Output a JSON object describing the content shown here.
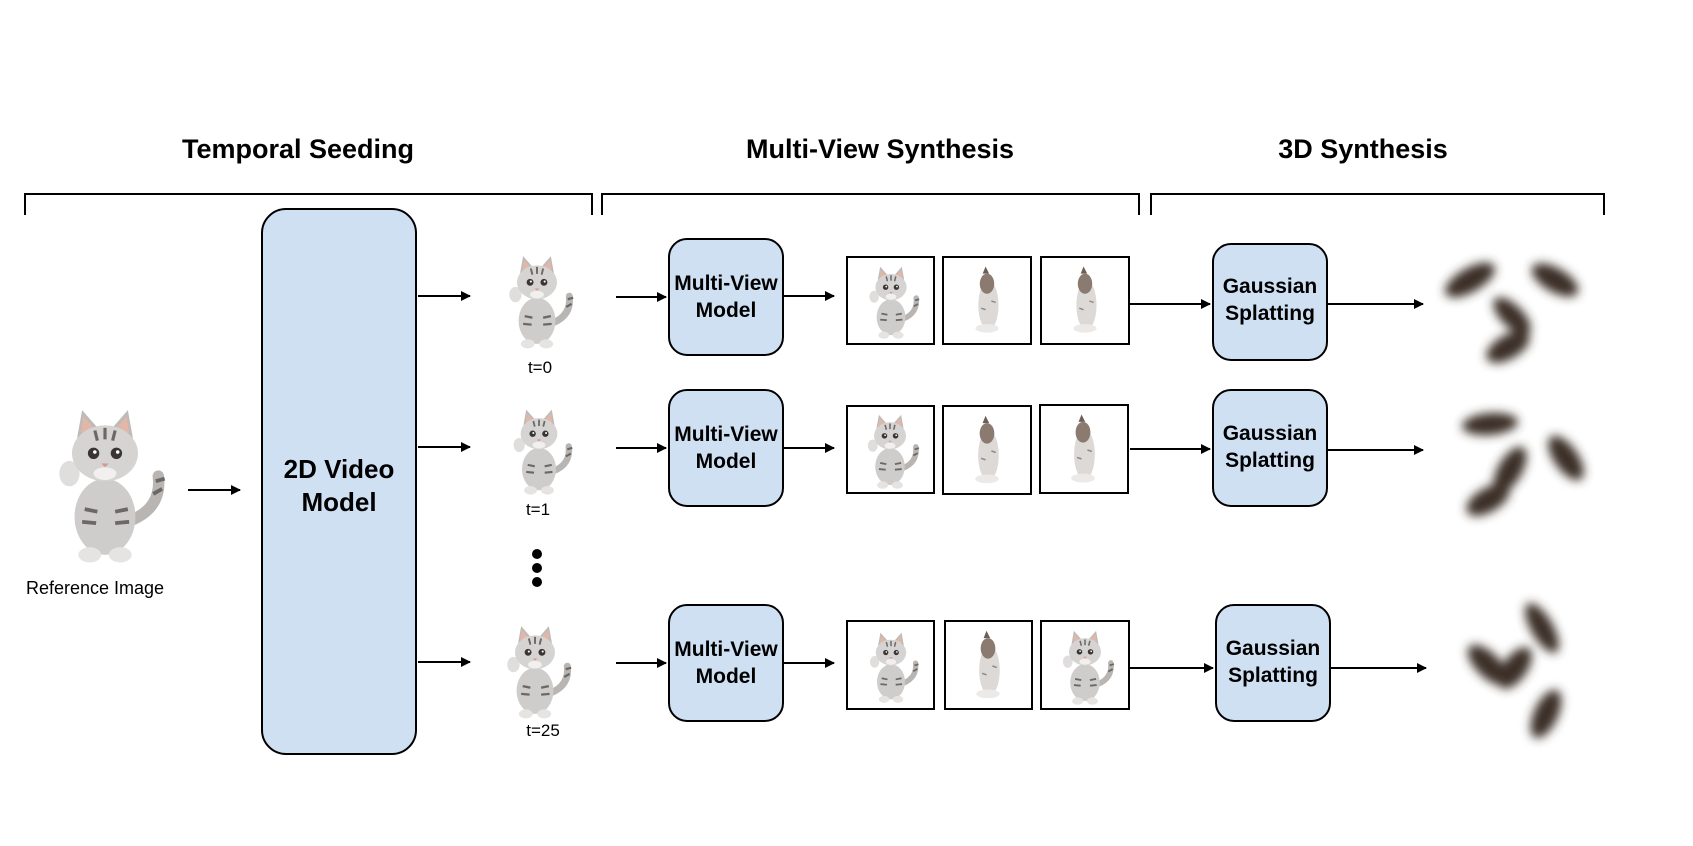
{
  "sections": {
    "temporal_seeding": "Temporal Seeding",
    "multi_view_synthesis": "Multi-View Synthesis",
    "synthesis_3d": "3D Synthesis"
  },
  "reference_image_label": "Reference Image",
  "video_model": {
    "line1": "2D Video",
    "line2": "Model"
  },
  "frame_labels": [
    "t=0",
    "t=1",
    "t=25"
  ],
  "multi_view_model": {
    "line1": "Multi-View",
    "line2": "Model"
  },
  "gaussian_splatting": {
    "line1": "Gaussian",
    "line2": "Splatting"
  },
  "colors": {
    "box_fill": "#cfe0f3",
    "stroke": "#000000",
    "cat_fur": "#c9c7c5",
    "cat_stripe": "#6b6866",
    "gaussian_blob": "#3a2e26"
  },
  "icons": [
    "cat-image-icon",
    "gaussian-blob-icon",
    "ellipsis-icon",
    "arrow-icon"
  ]
}
